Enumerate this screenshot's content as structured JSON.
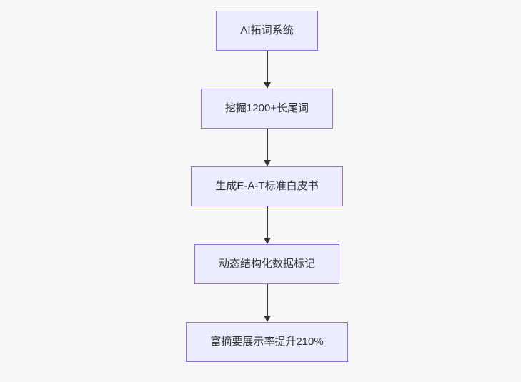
{
  "diagram": {
    "type": "flowchart",
    "direction": "top-down",
    "colors": {
      "background": "#f7f7f7",
      "node_fill": "#ECECFF",
      "node_border": "#9370DB",
      "edge": "#333333",
      "text": "#333333"
    },
    "nodes": [
      {
        "id": "A",
        "label": "AI拓词系统"
      },
      {
        "id": "B",
        "label": "挖掘1200+长尾词"
      },
      {
        "id": "C",
        "label": "生成E-A-T标准白皮书"
      },
      {
        "id": "D",
        "label": "动态结构化数据标记"
      },
      {
        "id": "E",
        "label": "富摘要展示率提升210%"
      }
    ],
    "edges": [
      {
        "from": "A",
        "to": "B"
      },
      {
        "from": "B",
        "to": "C"
      },
      {
        "from": "C",
        "to": "D"
      },
      {
        "from": "D",
        "to": "E"
      }
    ]
  }
}
